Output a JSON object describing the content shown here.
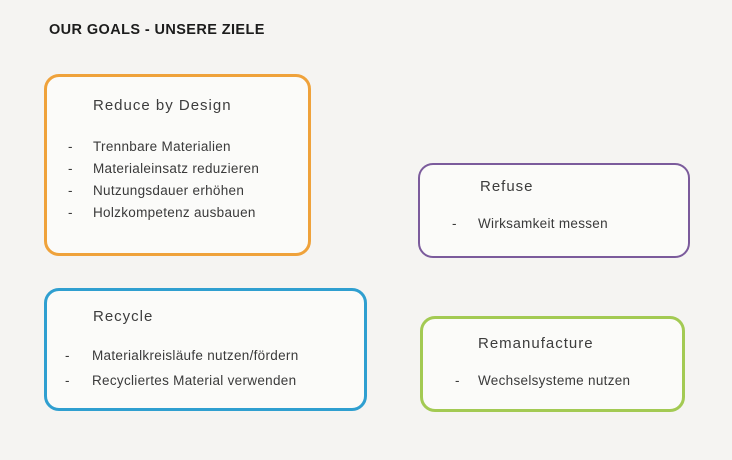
{
  "page": {
    "title": "OUR GOALS - UNSERE ZIELE",
    "background_color": "#F5F4F2",
    "box_fill_color": "#FBFBF9"
  },
  "boxes": [
    {
      "id": "reduce-by-design",
      "title": "Reduce by Design",
      "border_color": "#EFA23B",
      "items": [
        "Trennbare Materialien",
        "Materialeinsatz reduzieren",
        "Nutzungsdauer erhöhen",
        "Holzkompetenz ausbauen"
      ]
    },
    {
      "id": "refuse",
      "title": "Refuse",
      "border_color": "#7B5B9C",
      "items": [
        "Wirksamkeit messen"
      ]
    },
    {
      "id": "recycle",
      "title": "Recycle",
      "border_color": "#2F9FD0",
      "items": [
        "Materialkreisläufe nutzen/fördern",
        "Recycliertes Material verwenden"
      ]
    },
    {
      "id": "remanufacture",
      "title": "Remanufacture",
      "border_color": "#A3CA53",
      "items": [
        "Wechselsysteme nutzen"
      ]
    }
  ]
}
